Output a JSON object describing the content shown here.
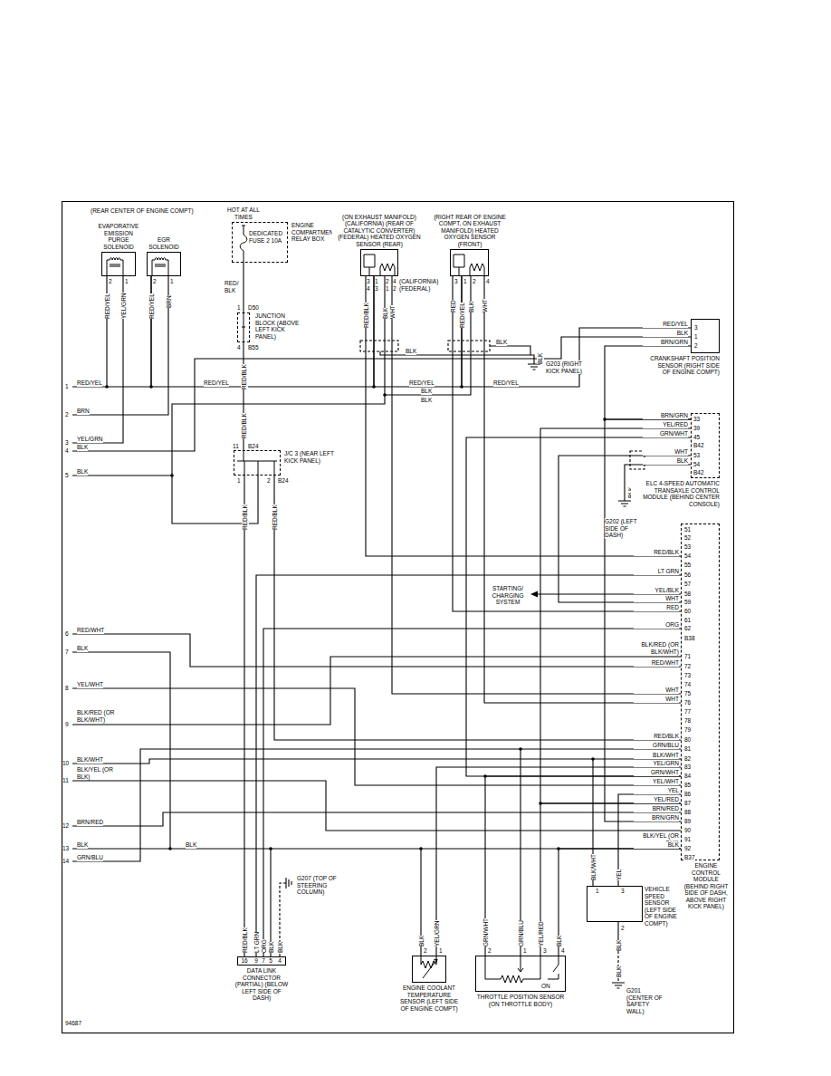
{
  "diagram": {
    "nodes": [
      {
        "text": [
          "EVAPORATIVE EMISSION PURGE SOLENOID"
        ]
      },
      {
        "text": [
          "EGR SOLENOID"
        ]
      },
      {
        "text": [
          "ENGINE COMPARTMENT RELAY BOX",
          "DEDICATED FUSE 2 10A"
        ]
      },
      {
        "text": [
          "JUNCTION BLOCK (ABOVE LEFT KICK PANEL)"
        ]
      },
      {
        "text": [
          "(ON EXHAUST MANIFOLD) (CALIFORNIA) (REAR OF CATALYTIC CONVERTER) (FEDERAL) HEATED OXYGEN SENSOR (REAR)"
        ]
      },
      {
        "text": [
          "(RIGHT REAR OF ENGINE COMPT, ON EXHAUST MANIFOLD) HEATED OXYGEN SENSOR (FRONT)"
        ]
      },
      {
        "text": [
          "CRANKSHAFT POSITION SENSOR (RIGHT SIDE OF ENGINE COMPT)"
        ]
      },
      {
        "text": [
          "ELC 4-SPEED AUTOMATIC TRANSAXLE CONTROL MODULE (BEHIND CENTER CONSOLE)"
        ]
      },
      {
        "text": [
          "J/C 3 (NEAR LEFT KICK PANEL)"
        ]
      },
      {
        "text": [
          "ENGINE CONTROL MODULE (BEHIND RIGHT SIDE OF DASH, ABOVE RIGHT KICK PANEL)"
        ]
      },
      {
        "text": [
          "VEHICLE SPEED SENSOR (LEFT SIDE OF ENGINE COMPT)"
        ]
      },
      {
        "text": [
          "DATA LINK CONNECTOR (PARTIAL) (BELOW LEFT SIDE OF DASH)"
        ]
      },
      {
        "text": [
          "ENGINE COOLANT TEMPERATURE SENSOR (LEFT SIDE OF ENGINE COMPT)"
        ]
      },
      {
        "text": [
          "THROTTLE POSITION SENSOR (ON THROTTLE BODY)"
        ]
      }
    ],
    "edges": [
      {
        "from": 2,
        "to": 3,
        "arrow": "none"
      },
      {
        "from": 3,
        "to": 8,
        "arrow": "none"
      },
      {
        "from": 8,
        "to": 11,
        "arrow": "none"
      },
      {
        "from": 8,
        "to": 9,
        "arrow": "none"
      },
      {
        "from": 0,
        "to": 1,
        "arrow": "none"
      },
      {
        "from": 1,
        "to": 4,
        "arrow": "none"
      },
      {
        "from": 4,
        "to": 5,
        "arrow": "none"
      },
      {
        "from": 5,
        "to": 6,
        "arrow": "none"
      },
      {
        "from": 4,
        "to": 9,
        "arrow": "none"
      },
      {
        "from": 4,
        "to": 9,
        "arrow": "none"
      },
      {
        "from": 5,
        "to": 9,
        "arrow": "none"
      },
      {
        "from": 5,
        "to": 9,
        "arrow": "none"
      },
      {
        "from": 6,
        "to": 7,
        "arrow": "none"
      },
      {
        "from": 7,
        "to": 9,
        "arrow": "none"
      },
      {
        "from": 7,
        "to": 9,
        "arrow": "none"
      },
      {
        "from": 7,
        "to": 9,
        "arrow": "none"
      },
      {
        "from": 7,
        "to": 9,
        "arrow": "none"
      },
      {
        "from": 9,
        "to": 11,
        "arrow": "none"
      },
      {
        "from": 9,
        "to": 11,
        "arrow": "none"
      },
      {
        "from": 9,
        "to": 12,
        "arrow": "none"
      },
      {
        "from": 9,
        "to": 13,
        "arrow": "none"
      },
      {
        "from": 12,
        "to": 9,
        "arrow": "none"
      },
      {
        "from": 13,
        "to": 9,
        "arrow": "none"
      },
      {
        "from": 13,
        "to": 9,
        "arrow": "none"
      },
      {
        "from": 13,
        "to": 9,
        "arrow": "none"
      },
      {
        "from": 10,
        "to": 9,
        "arrow": "none"
      },
      {
        "from": 10,
        "to": 9,
        "arrow": "none"
      }
    ],
    "labels": [
      "(REAR CENTER OF ENGINE COMPT)",
      "HOT AT ALL TIMES",
      "RED/ BLK",
      "1",
      "D50",
      "4",
      "B55",
      "RED/BLK",
      "RED/BLK",
      "11",
      "B24",
      "1",
      "2",
      "B24",
      "RED/BLK",
      "RED/BLK",
      "2",
      "1",
      "2",
      "1",
      "RED/YEL",
      "YEL/GRN",
      "RED/YEL",
      "BRN",
      "3",
      "1",
      "2",
      "4",
      "(CALIFORNIA)",
      "4",
      "3",
      "1",
      "2",
      "(FEDERAL)",
      "RED/BLK",
      "BLK",
      "WHT",
      "3",
      "1",
      "2",
      "4",
      "RED",
      "RED/YEL",
      "BLK",
      "WHT",
      "BLK",
      "BLK",
      "BLK",
      "G203 (RIGHT KICK PANEL)",
      "1",
      "RED/YEL",
      "RED/YEL",
      "RED/YEL",
      "RED/YEL",
      "BLK",
      "BLK",
      "2",
      "BRN",
      "3",
      "YEL/GRN",
      "BLK",
      "4",
      "5",
      "BLK",
      "RED/YEL",
      "3",
      "BLK",
      "1",
      "BRN/GRN",
      "2",
      "BRN/GRN",
      "33",
      "YEL/RED",
      "39",
      "GRN/WHT",
      "45",
      "B42",
      "WHT",
      "53",
      "BLK",
      "54",
      "B42",
      "BLK",
      "G202 (LEFT SIDE OF DASH)",
      "STARTING/ CHARGING SYSTEM",
      "51",
      "52",
      "53",
      "54",
      "55",
      "56",
      "57",
      "58",
      "59",
      "60",
      "61",
      "62",
      "B38",
      "71",
      "72",
      "73",
      "74",
      "75",
      "76",
      "77",
      "78",
      "79",
      "80",
      "81",
      "82",
      "83",
      "84",
      "85",
      "86",
      "87",
      "88",
      "89",
      "90",
      "91",
      "92",
      "B37",
      "RED/BLK",
      "LT GRN",
      "YEL/BLK",
      "WHT",
      "RED",
      "ORG",
      "BLK/RED (OR BLK/WHT)",
      "RED/WHT",
      "WHT",
      "WHT",
      "RED/BLK",
      "GRN/BLU",
      "BLK/WHT",
      "YEL/GRN",
      "GRN/WHT",
      "YEL/WHT",
      "YEL",
      "YEL/RED",
      "BRN/RED",
      "BRN/GRN",
      "BLK/YEL (OR BLK)",
      "BLK",
      "6",
      "RED/WHT",
      "7",
      "BLK",
      "8",
      "YEL/WHT",
      "9",
      "BLK/RED (OR BLK/WHT)",
      "10",
      "BLK/WHT",
      "BLK/YEL (OR BLK)",
      "11",
      "12",
      "BRN/RED",
      "BLK",
      "13",
      "GRN/BLU",
      "14",
      "BLK",
      "RED/BLK",
      "LT GRN",
      "ORG",
      "BLK",
      "BLK",
      "16",
      "9",
      "7",
      "5",
      "4",
      "G207 (TOP OF STEERING COLUMN)",
      "BLK",
      "YEL/GRN",
      "2",
      "1",
      "GRN/WHT",
      "GRN/BLU",
      "YEL/RED",
      "BLK",
      "2",
      "1",
      "3",
      "4",
      "ON",
      "BLK/WHT",
      "YEL",
      "1",
      "3",
      "2",
      "BLK",
      "BLK",
      "G201 (CENTER OF SAFETY WALL)",
      "94687"
    ]
  }
}
